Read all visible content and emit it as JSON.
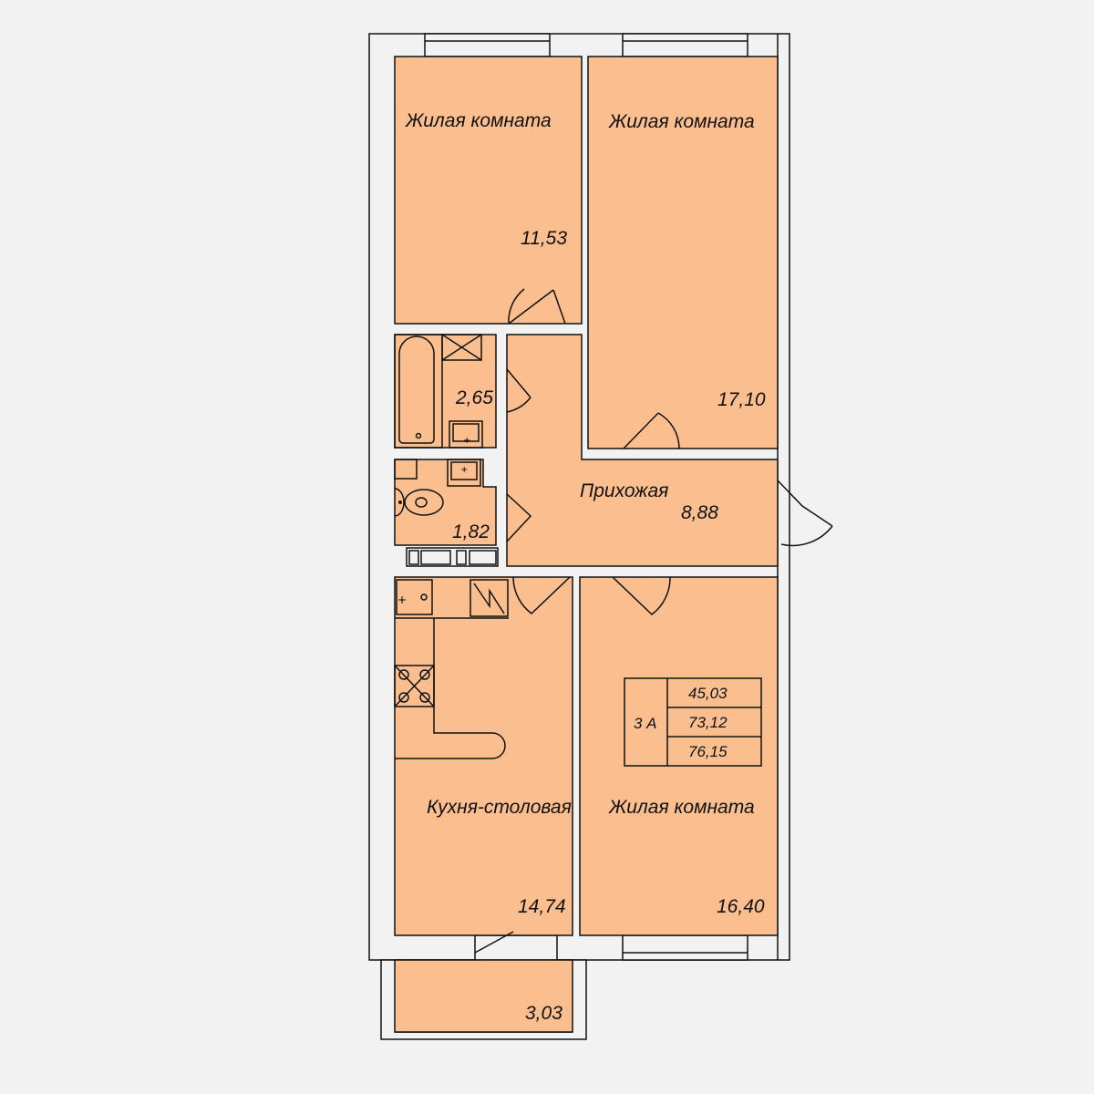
{
  "rooms": {
    "living1": {
      "name": "Жилая комната",
      "area": "11,53"
    },
    "living2": {
      "name": "Жилая комната",
      "area": "17,10"
    },
    "bathroom": {
      "area": "2,65"
    },
    "toilet": {
      "area": "1,82"
    },
    "hallway": {
      "name": "Прихожая",
      "area": "8,88"
    },
    "kitchen": {
      "name": "Кухня-столовая",
      "area": "14,74"
    },
    "living3": {
      "name": "Жилая комната",
      "area": "16,40"
    },
    "balcony": {
      "area": "3,03"
    }
  },
  "summary": {
    "type": "3 А",
    "living_area": "45,03",
    "total_area": "73,12",
    "total_with_balcony": "76,15"
  },
  "colors": {
    "room_fill": "#fbbf8f",
    "wall": "#f2f2f2",
    "line": "#111111"
  }
}
